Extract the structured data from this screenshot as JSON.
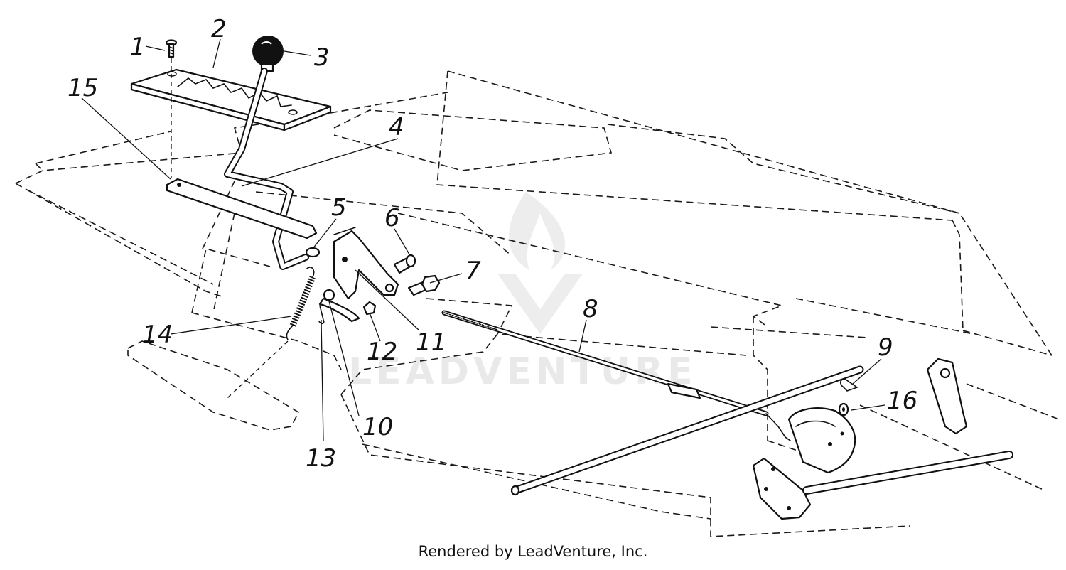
{
  "diagram": {
    "callouts": [
      {
        "id": "1",
        "label": "1"
      },
      {
        "id": "2",
        "label": "2"
      },
      {
        "id": "3",
        "label": "3"
      },
      {
        "id": "4",
        "label": "4"
      },
      {
        "id": "5",
        "label": "5"
      },
      {
        "id": "6",
        "label": "6"
      },
      {
        "id": "7",
        "label": "7"
      },
      {
        "id": "8",
        "label": "8"
      },
      {
        "id": "9",
        "label": "9"
      },
      {
        "id": "10",
        "label": "10"
      },
      {
        "id": "11",
        "label": "11"
      },
      {
        "id": "12",
        "label": "12"
      },
      {
        "id": "13",
        "label": "13"
      },
      {
        "id": "14",
        "label": "14"
      },
      {
        "id": "15",
        "label": "15"
      },
      {
        "id": "16",
        "label": "16"
      }
    ],
    "watermark": "LEADVENTURE",
    "credit": "Rendered by LeadVenture, Inc."
  }
}
